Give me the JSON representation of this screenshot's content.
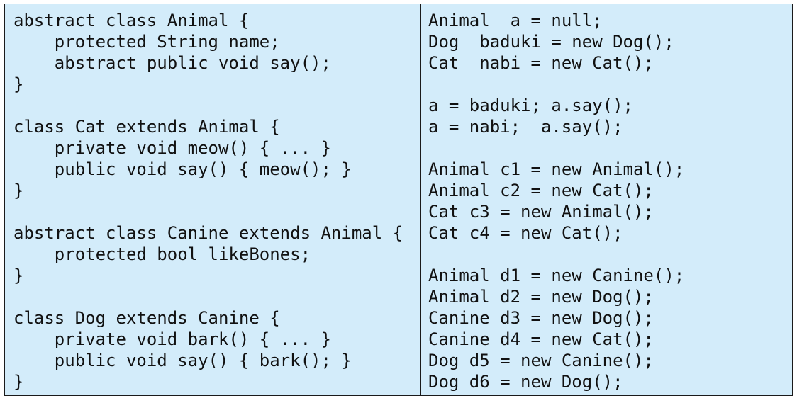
{
  "code": {
    "left_lines": [
      "abstract class Animal {",
      "    protected String name;",
      "    abstract public void say();",
      "}",
      "",
      "class Cat extends Animal {",
      "    private void meow() { ... }",
      "    public void say() { meow(); }",
      "}",
      "",
      "abstract class Canine extends Animal {",
      "    protected bool likeBones;",
      "}",
      "",
      "class Dog extends Canine {",
      "    private void bark() { ... }",
      "    public void say() { bark(); }",
      "}"
    ],
    "right_lines": [
      "Animal  a = null;",
      "Dog  baduki = new Dog();",
      "Cat  nabi = new Cat();",
      "",
      "a = baduki; a.say();",
      "a = nabi;  a.say();",
      "",
      "Animal c1 = new Animal();",
      "Animal c2 = new Cat();",
      "Cat c3 = new Animal();",
      "Cat c4 = new Cat();",
      "",
      "Animal d1 = new Canine();",
      "Animal d2 = new Dog();",
      "Canine d3 = new Dog();",
      "Canine d4 = new Cat();",
      "Dog d5 = new Canine();",
      "Dog d6 = new Dog();"
    ]
  }
}
